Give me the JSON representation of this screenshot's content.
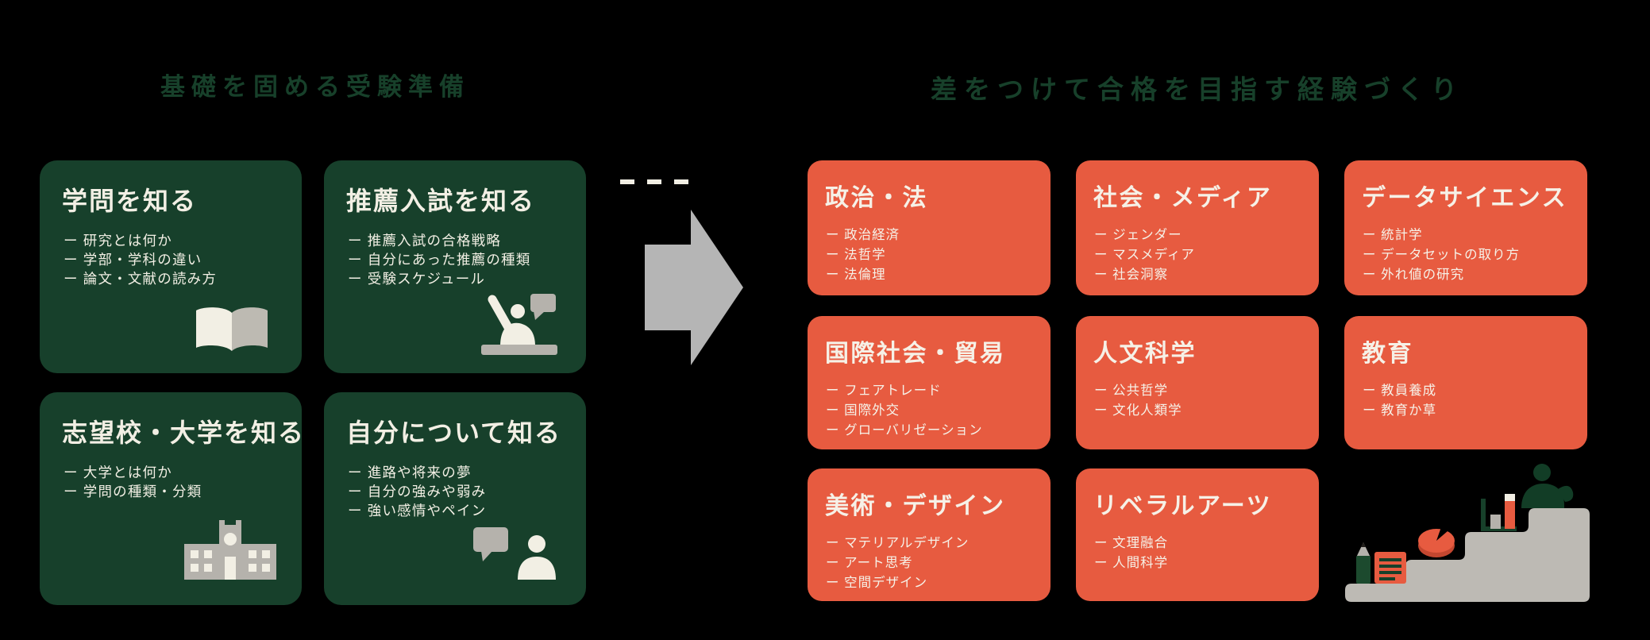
{
  "colors": {
    "background": "#000000",
    "heading_green": "#17402a",
    "card_green": "#17402b",
    "card_orange": "#e75b40",
    "text_light": "#f2efe4",
    "gray": "#b5b2ac"
  },
  "left_section": {
    "heading": "基礎を固める受験準備",
    "cards": [
      {
        "title": "学問を知る",
        "icon": "open-book-icon",
        "items": [
          "ー 研究とは何か",
          "ー 学部・学科の違い",
          "ー 論文・文献の読み方"
        ]
      },
      {
        "title": "推薦入試を知る",
        "icon": "hand-raise-icon",
        "items": [
          "ー 推薦入試の合格戦略",
          "ー 自分にあった推薦の種類",
          "ー 受験スケジュール"
        ]
      },
      {
        "title": "志望校・大学を知る",
        "icon": "school-building-icon",
        "items": [
          "ー 大学とは何か",
          "ー 学問の種類・分類"
        ]
      },
      {
        "title": "自分について知る",
        "icon": "person-speech-icon",
        "items": [
          "ー 進路や将来の夢",
          "ー 自分の強みや弱み",
          "ー 強い感情やペイン"
        ]
      }
    ]
  },
  "connector": {
    "dashes_icon": "dashed-line",
    "arrow_icon": "right-arrow-icon"
  },
  "right_section": {
    "heading": "差をつけて合格を目指す経験づくり",
    "cards": [
      {
        "title": "政治・法",
        "items": [
          "ー 政治経済",
          "ー 法哲学",
          "ー 法倫理"
        ]
      },
      {
        "title": "社会・メディア",
        "items": [
          "ー ジェンダー",
          "ー マスメディア",
          "ー 社会洞察"
        ]
      },
      {
        "title": "データサイエンス",
        "items": [
          "ー 統計学",
          "ー データセットの取り方",
          "ー 外れ値の研究"
        ]
      },
      {
        "title": "国際社会・貿易",
        "items": [
          "ー フェアトレード",
          "ー 国際外交",
          "ー グローバリゼーション"
        ]
      },
      {
        "title": "人文科学",
        "items": [
          "ー 公共哲学",
          "ー 文化人類学"
        ]
      },
      {
        "title": "教育",
        "items": [
          "ー 教員養成",
          "ー 教育か草"
        ]
      },
      {
        "title": "美術・デザイン",
        "items": [
          "ー マテリアルデザイン",
          "ー アート思考",
          "ー 空間デザイン"
        ]
      },
      {
        "title": "リベラルアーツ",
        "items": [
          "ー 文理融合",
          "ー 人間科学"
        ]
      }
    ],
    "illustration": {
      "name": "stairs-growth-illustration",
      "icons": [
        "pencil-icon",
        "document-icon",
        "pie-chart-icon",
        "bar-chart-icon",
        "person-icon"
      ]
    }
  }
}
